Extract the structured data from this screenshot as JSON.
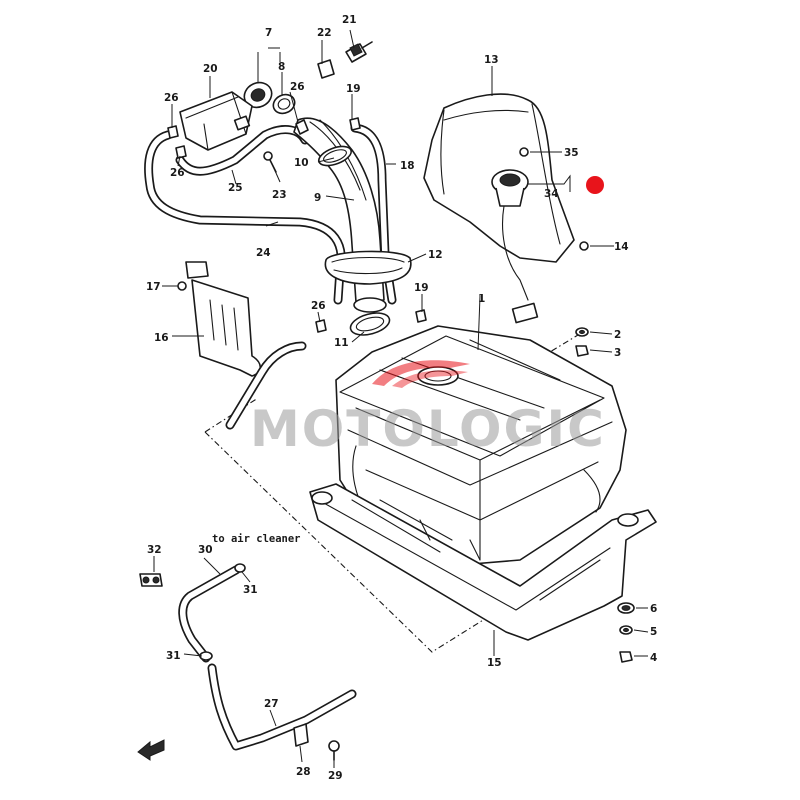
{
  "watermark": {
    "text": "MOTOLOGIC"
  },
  "note": {
    "text": "to air cleaner"
  },
  "marker": {
    "color": "#e8141b"
  },
  "labels": {
    "p1": "1",
    "p2": "2",
    "p3": "3",
    "p4": "4",
    "p5": "5",
    "p6": "6",
    "p7": "7",
    "p8": "8",
    "p9": "9",
    "p10": "10",
    "p11": "11",
    "p12": "12",
    "p13": "13",
    "p14": "14",
    "p15": "15",
    "p16": "16",
    "p17": "17",
    "p18": "18",
    "p19a": "19",
    "p19b": "19",
    "p20": "20",
    "p21": "21",
    "p22": "22",
    "p23": "23",
    "p24": "24",
    "p25": "25",
    "p26a": "26",
    "p26b": "26",
    "p26c": "26",
    "p26d": "26",
    "p27": "27",
    "p28": "28",
    "p29": "29",
    "p30": "30",
    "p31a": "31",
    "p31b": "31",
    "p32": "32",
    "p34": "34",
    "p35": "35"
  }
}
